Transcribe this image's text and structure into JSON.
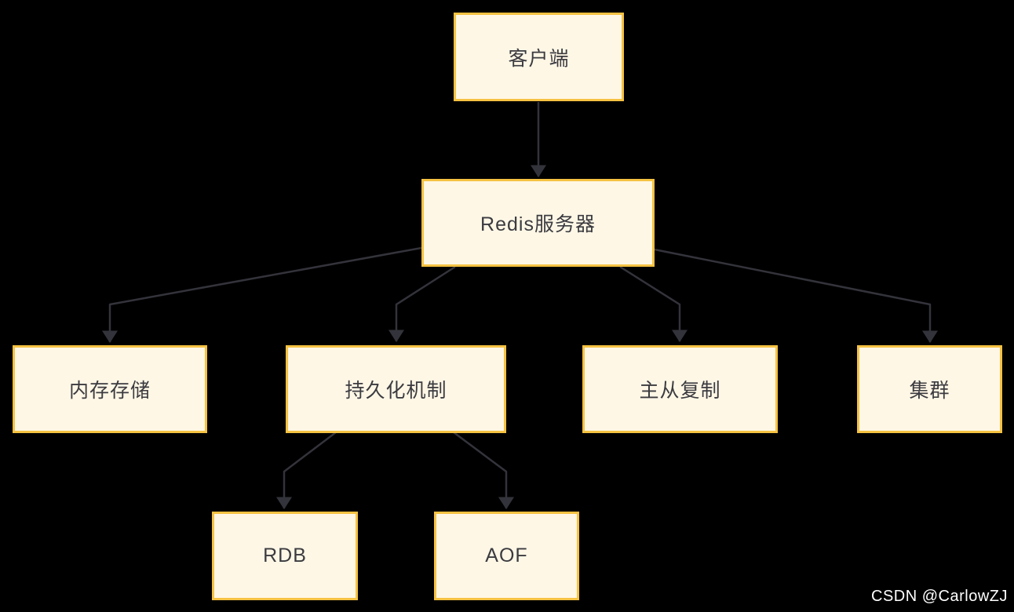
{
  "diagram": {
    "type": "flowchart",
    "background_color": "#000000",
    "node_fill_color": "#FFF7E6",
    "node_border_color": "#F5C242",
    "node_text_color": "#3B3B40",
    "connector_color": "#33333B",
    "nodes": [
      {
        "id": "client",
        "label": "客户端"
      },
      {
        "id": "server",
        "label": "Redis服务器"
      },
      {
        "id": "memory",
        "label": "内存存储"
      },
      {
        "id": "persistence",
        "label": "持久化机制"
      },
      {
        "id": "replication",
        "label": "主从复制"
      },
      {
        "id": "cluster",
        "label": "集群"
      },
      {
        "id": "rdb",
        "label": "RDB"
      },
      {
        "id": "aof",
        "label": "AOF"
      }
    ],
    "edges": [
      {
        "from": "客户端",
        "to": "Redis服务器"
      },
      {
        "from": "Redis服务器",
        "to": "内存存储"
      },
      {
        "from": "Redis服务器",
        "to": "持久化机制"
      },
      {
        "from": "Redis服务器",
        "to": "主从复制"
      },
      {
        "from": "Redis服务器",
        "to": "集群"
      },
      {
        "from": "持久化机制",
        "to": "RDB"
      },
      {
        "from": "持久化机制",
        "to": "AOF"
      }
    ],
    "watermark": "CSDN @CarlowZJ"
  }
}
